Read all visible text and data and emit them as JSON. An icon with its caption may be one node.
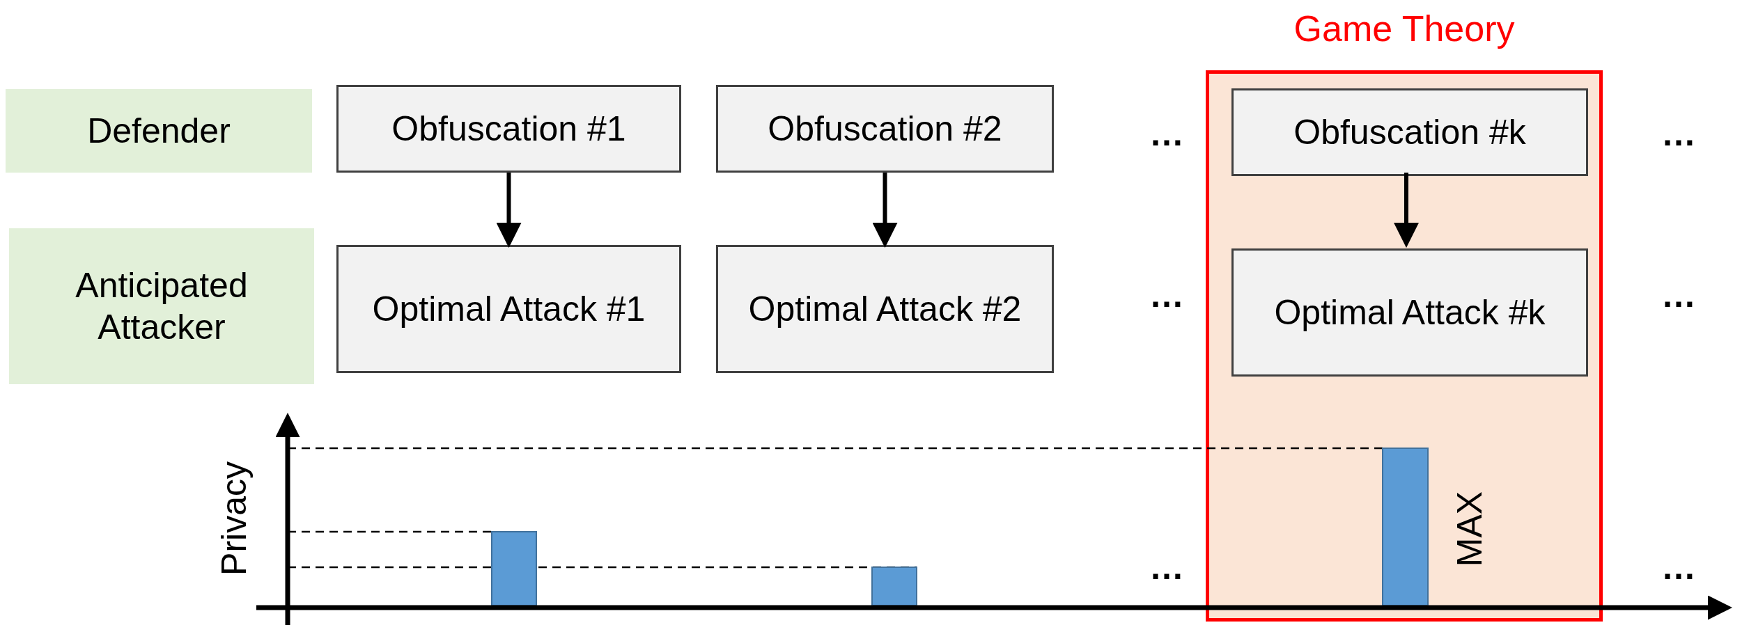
{
  "diagram": {
    "nodes": [
      {
        "text": [
          "Game Theory"
        ]
      },
      {
        "text": [
          "Defender"
        ]
      },
      {
        "text": [
          "Obfuscation #1"
        ]
      },
      {
        "text": [
          "Obfuscation #2"
        ]
      },
      {
        "text": [
          "Obfuscation #k"
        ],
        "in": 0
      },
      {
        "text": [
          "Anticipated Attacker"
        ]
      },
      {
        "text": [
          "Optimal Attack #1"
        ]
      },
      {
        "text": [
          "Optimal Attack #2"
        ]
      },
      {
        "text": [
          "Optimal Attack #k"
        ],
        "in": 0
      }
    ],
    "edges": [
      {
        "from": 2,
        "to": 6,
        "arrow": "to"
      },
      {
        "from": 3,
        "to": 7,
        "arrow": "to"
      },
      {
        "from": 4,
        "to": 8,
        "arrow": "to"
      }
    ],
    "labels": [
      "…",
      "…",
      "…",
      "…",
      "Privacy",
      "MAX",
      "…",
      "…"
    ]
  }
}
